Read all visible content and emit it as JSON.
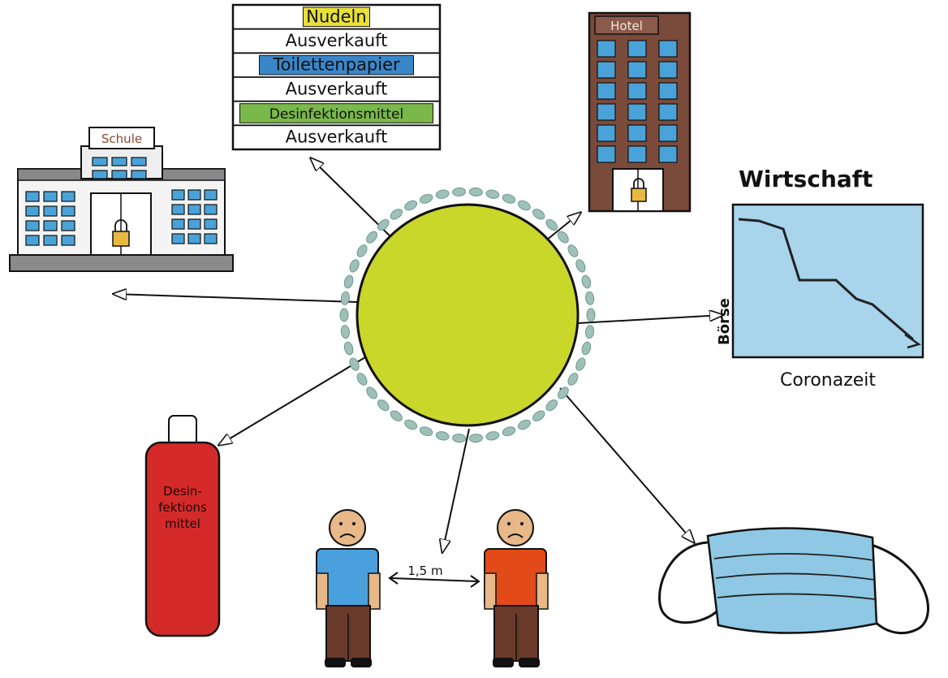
{
  "school": {
    "sign": "Schule"
  },
  "hotel": {
    "sign": "Hotel"
  },
  "shopping_list": {
    "rows": [
      {
        "label": "Nudeln",
        "highlight": "#e8e03a"
      },
      {
        "label": "Ausverkauft",
        "highlight": ""
      },
      {
        "label": "Toilettenpapier",
        "highlight": "#3b86c9"
      },
      {
        "label": "Ausverkauft",
        "highlight": ""
      },
      {
        "label": "Desinfektionsmittel",
        "highlight": "#7ab84a"
      },
      {
        "label": "Ausverkauft",
        "highlight": ""
      }
    ]
  },
  "economy": {
    "title": "Wirtschaft",
    "ylabel": "Börse",
    "xlabel": "Coronazeit"
  },
  "sanitizer": {
    "label_lines": [
      "Desin-",
      "fektions",
      "mittel"
    ]
  },
  "distance": {
    "label": "1,5 m"
  },
  "colors": {
    "virus_body": "#c9d62a",
    "virus_spikes": "#9fc0b8",
    "brick": "#7a4a3a",
    "window": "#4aa3d8",
    "graph_bg": "#a8d4ec",
    "bottle": "#d42a2a",
    "mask": "#8ec8e4",
    "shirt_left": "#4aa0dc",
    "shirt_right": "#e24a1a",
    "pants": "#6a3a2a",
    "skin": "#e8b888",
    "lock": "#e8b840"
  }
}
